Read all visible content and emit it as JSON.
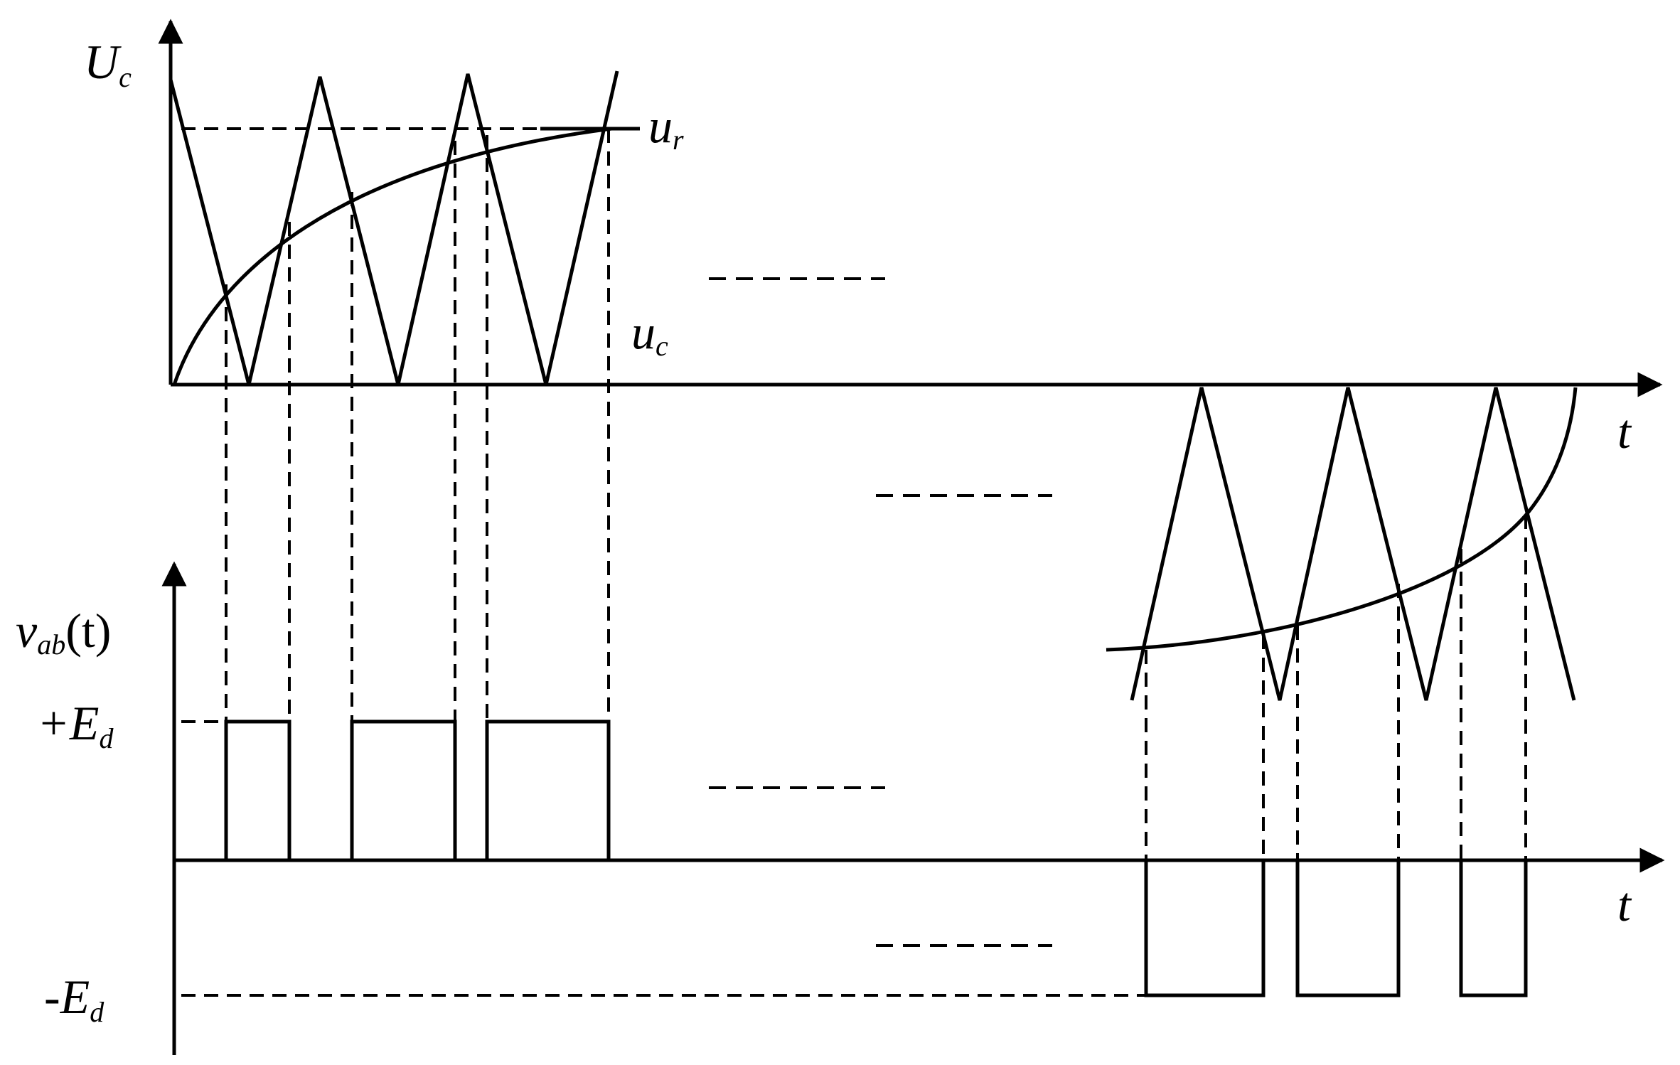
{
  "labels": {
    "top_y_main": "U",
    "top_y_sub": "c",
    "ur_main": "u",
    "ur_sub": "r",
    "uc_main": "u",
    "uc_sub": "c",
    "t_top": "t",
    "t_bottom": "t",
    "vab_pre": "v",
    "vab_sub": "ab",
    "vab_post": "(t)",
    "plus_ed_pre": "+E",
    "plus_ed_sub": "d",
    "minus_ed_pre": "-E",
    "minus_ed_sub": "d"
  },
  "colors": {
    "stroke": "#000000",
    "background": "#ffffff"
  }
}
